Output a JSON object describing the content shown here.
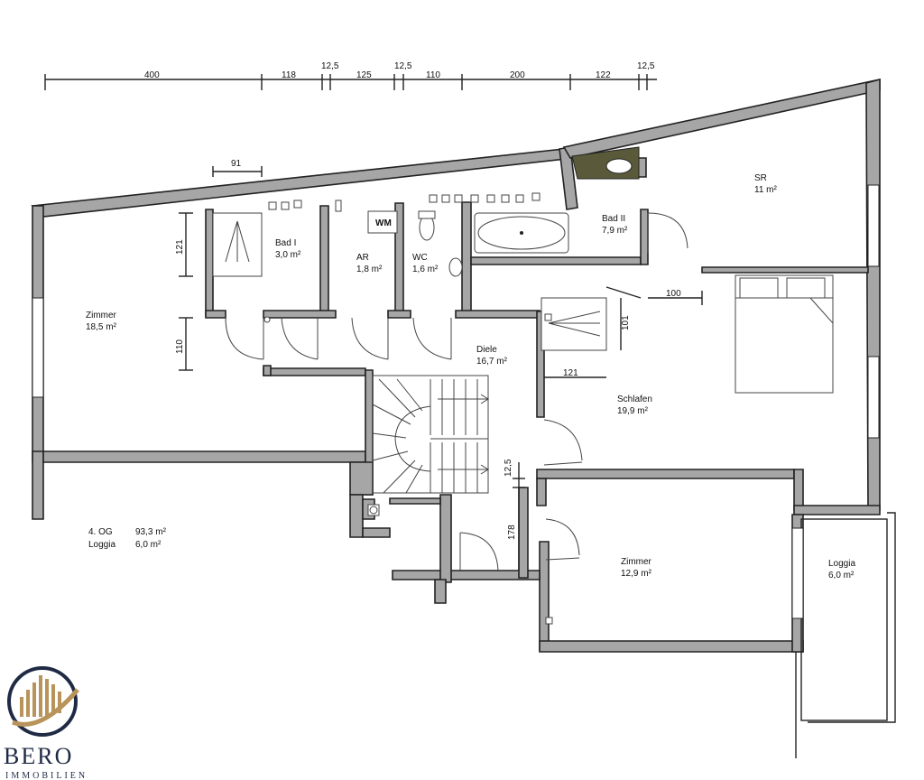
{
  "rooms": {
    "zimmer_left": {
      "name": "Zimmer",
      "area": "18,5 m²"
    },
    "bad1": {
      "name": "Bad I",
      "area": "3,0 m²"
    },
    "ar": {
      "name": "AR",
      "area": "1,8 m²"
    },
    "wc": {
      "name": "WC",
      "area": "1,6 m²"
    },
    "bad2": {
      "name": "Bad II",
      "area": "7,9 m²"
    },
    "sr": {
      "name": "SR",
      "area": "11 m²"
    },
    "diele": {
      "name": "Diele",
      "area": "16,7 m²"
    },
    "schlafen": {
      "name": "Schlafen",
      "area": "19,9 m²"
    },
    "zimmer_bottom": {
      "name": "Zimmer",
      "area": "12,9 m²"
    },
    "loggia": {
      "name": "Loggia",
      "area": "6,0 m²"
    }
  },
  "fixtures": {
    "washer": "WM"
  },
  "summary": {
    "floor_label": "4. OG",
    "floor_area": "93,3 m²",
    "loggia_label": "Loggia",
    "loggia_area": "6,0 m²"
  },
  "dimensions": {
    "top": [
      "400",
      "118",
      "12,5",
      "125",
      "12,5",
      "110",
      "200",
      "122",
      "12,5"
    ],
    "d91": "91",
    "d121_left": "121",
    "d110": "110",
    "d100": "100",
    "d101": "101",
    "d121_mid": "121",
    "d125_v": "12,5",
    "d178": "178"
  },
  "brand": {
    "name": "BERO",
    "subtitle": "IMMOBILIEN",
    "colors": {
      "navy": "#1f2a44",
      "gold": "#b8935a"
    }
  }
}
